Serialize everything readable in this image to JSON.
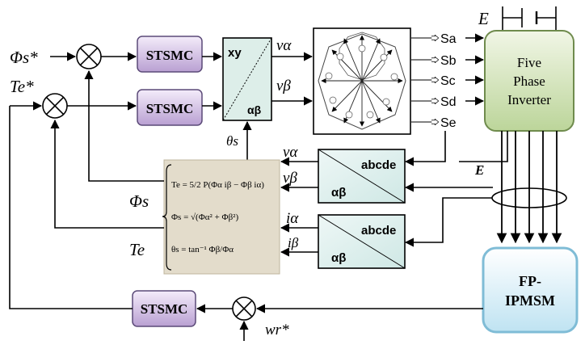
{
  "inputs": {
    "flux_ref": "Φs*",
    "torque_ref": "Te*",
    "speed_ref": "wr*"
  },
  "blocks": {
    "stsmc_flux": "STSMC",
    "stsmc_torque": "STSMC",
    "stsmc_speed": "STSMC",
    "xy_top": "xy",
    "xy_bottom": "αβ",
    "inverter_line1": "Five",
    "inverter_line2": "Phase",
    "inverter_line3": "Inverter",
    "motor_line1": "FP-",
    "motor_line2": "IPMSM",
    "abcde_v_top": "abcde",
    "abcde_v_bottom": "αβ",
    "abcde_i_top": "abcde",
    "abcde_i_bottom": "αβ"
  },
  "signals": {
    "v_alpha_out": "vα",
    "v_beta_out": "vβ",
    "theta_s": "θs",
    "v_alpha_in": "vα",
    "v_beta_in": "vβ",
    "i_alpha": "iα",
    "i_beta": "iβ",
    "flux_feedback": "Φs",
    "torque_feedback": "Te",
    "dc_voltage": "E",
    "dc_voltage_2": "E"
  },
  "switches": [
    "Sa",
    "Sb",
    "Sc",
    "Sd",
    "Se"
  ],
  "equations": {
    "torque": "Te = 5/2 P(Φα iβ − Φβ iα)",
    "flux": "Φs = √(Φα² + Φβ²)",
    "angle": "θs = tan⁻¹ Φβ/Φα"
  }
}
